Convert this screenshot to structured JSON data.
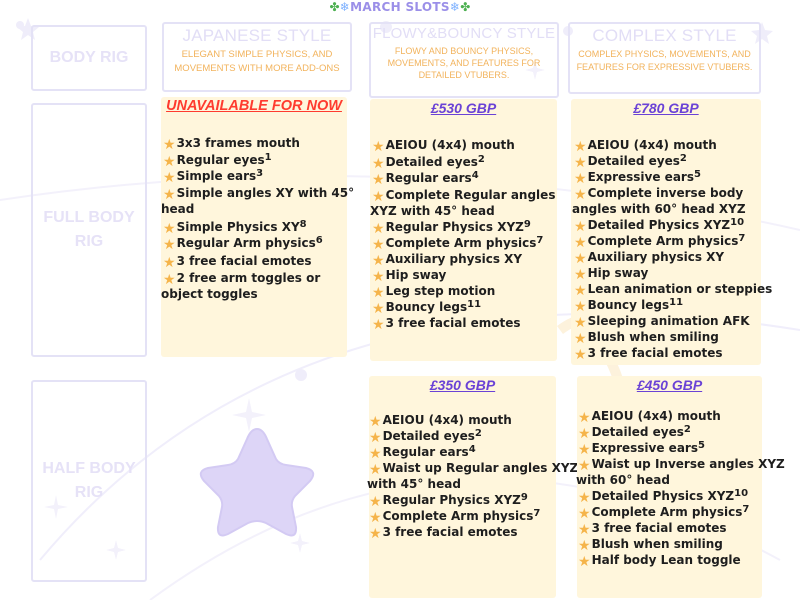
{
  "header": {
    "title": "MARCH SLOTS"
  },
  "row_labels": {
    "body_rig": "BODY RIG",
    "full_body": [
      "FULL BODY",
      "RIG"
    ],
    "half_body": [
      "HALF BODY",
      "RIG"
    ]
  },
  "styles": [
    {
      "title": "JAPANESE STYLE",
      "desc": [
        "ELEGANT SIMPLE PHYSICS, AND",
        "MOVEMENTS WITH MORE ADD-ONS"
      ]
    },
    {
      "title": "FLOWY&BOUNCY STYLE",
      "desc": [
        "FLOWY AND BOUNCY PHYSICS,",
        "MOVEMENTS, AND FEATURES FOR",
        "DETAILED VTUBERS."
      ]
    },
    {
      "title": "COMPLEX STYLE",
      "desc": [
        "COMPLEX PHYSICS, MOVEMENTS, AND",
        "FEATURES FOR EXPRESSIVE VTUBERS."
      ]
    }
  ],
  "full_body": {
    "japanese": {
      "price": "UNAVAILABLE FOR NOW",
      "features": [
        {
          "text": "3x3 frames mouth",
          "sup": ""
        },
        {
          "text": "Regular eyes",
          "sup": "1"
        },
        {
          "text": "Simple ears",
          "sup": "3"
        },
        {
          "text": "Simple angles XY with 45°",
          "cont": "head",
          "sup": ""
        },
        {
          "text": "Simple Physics XY",
          "sup": "8"
        },
        {
          "text": "Regular Arm physics",
          "sup": "6"
        },
        {
          "text": "3 free facial emotes",
          "sup": ""
        },
        {
          "text": "2 free arm toggles or",
          "cont": "object toggles",
          "sup": ""
        }
      ]
    },
    "flowy": {
      "price": "£530 GBP",
      "features": [
        {
          "text": "AEIOU (4x4) mouth",
          "sup": ""
        },
        {
          "text": "Detailed eyes",
          "sup": "2"
        },
        {
          "text": "Regular ears",
          "sup": "4"
        },
        {
          "text": "Complete Regular angles",
          "cont": "XYZ with 45° head",
          "sup": ""
        },
        {
          "text": "Regular Physics XYZ",
          "sup": "9"
        },
        {
          "text": "Complete Arm physics",
          "sup": "7"
        },
        {
          "text": "Auxiliary physics XY",
          "sup": ""
        },
        {
          "text": "Hip sway",
          "sup": ""
        },
        {
          "text": "Leg step motion",
          "sup": ""
        },
        {
          "text": "Bouncy legs",
          "sup": "11"
        },
        {
          "text": "3 free facial emotes",
          "sup": ""
        }
      ]
    },
    "complex": {
      "price": "£780 GBP",
      "features": [
        {
          "text": "AEIOU (4x4) mouth",
          "sup": ""
        },
        {
          "text": "Detailed eyes",
          "sup": "2"
        },
        {
          "text": "Expressive ears",
          "sup": "5"
        },
        {
          "text": "Complete inverse body",
          "cont": "angles with 60° head XYZ",
          "sup": ""
        },
        {
          "text": "Detailed Physics XYZ",
          "sup": "10"
        },
        {
          "text": "Complete Arm physics",
          "sup": "7"
        },
        {
          "text": "Auxiliary physics XY",
          "sup": ""
        },
        {
          "text": "Hip sway",
          "sup": ""
        },
        {
          "text": "Lean animation or steppies",
          "sup": ""
        },
        {
          "text": "Bouncy legs",
          "sup": "11"
        },
        {
          "text": "Sleeping animation AFK",
          "sup": ""
        },
        {
          "text": "Blush when smiling",
          "sup": ""
        },
        {
          "text": "3 free facial emotes",
          "sup": ""
        }
      ]
    }
  },
  "half_body": {
    "flowy": {
      "price": "£350 GBP",
      "features": [
        {
          "text": "AEIOU (4x4) mouth",
          "sup": ""
        },
        {
          "text": "Detailed eyes",
          "sup": "2"
        },
        {
          "text": "Regular ears",
          "sup": "4"
        },
        {
          "text": "Waist up Regular angles XYZ",
          "cont": "with 45° head",
          "sup": ""
        },
        {
          "text": "Regular Physics XYZ",
          "sup": "9"
        },
        {
          "text": "Complete Arm physics",
          "sup": "7"
        },
        {
          "text": "3 free facial emotes",
          "sup": ""
        }
      ]
    },
    "complex": {
      "price": "£450 GBP",
      "features": [
        {
          "text": "AEIOU (4x4) mouth",
          "sup": ""
        },
        {
          "text": "Detailed eyes",
          "sup": "2"
        },
        {
          "text": "Expressive  ears",
          "sup": "5"
        },
        {
          "text": "Waist up Inverse angles XYZ",
          "cont": "with 60° head",
          "sup": ""
        },
        {
          "text": "Detailed Physics XYZ",
          "sup": "10"
        },
        {
          "text": "Complete Arm physics",
          "sup": "7"
        },
        {
          "text": "3 free facial emotes",
          "sup": ""
        },
        {
          "text": "Blush when smiling",
          "sup": ""
        },
        {
          "text": "Half body Lean  toggle",
          "sup": ""
        }
      ]
    }
  },
  "colors": {
    "accent": "#6a42d6",
    "unavailable": "#ff3b2f",
    "panel": "#fff6dc",
    "star": "#f5b44a",
    "desc": "#f2b35c",
    "faded": "#e4e2f6"
  },
  "icons": [
    "clover-icon",
    "snowflake-icon",
    "star-icon"
  ]
}
